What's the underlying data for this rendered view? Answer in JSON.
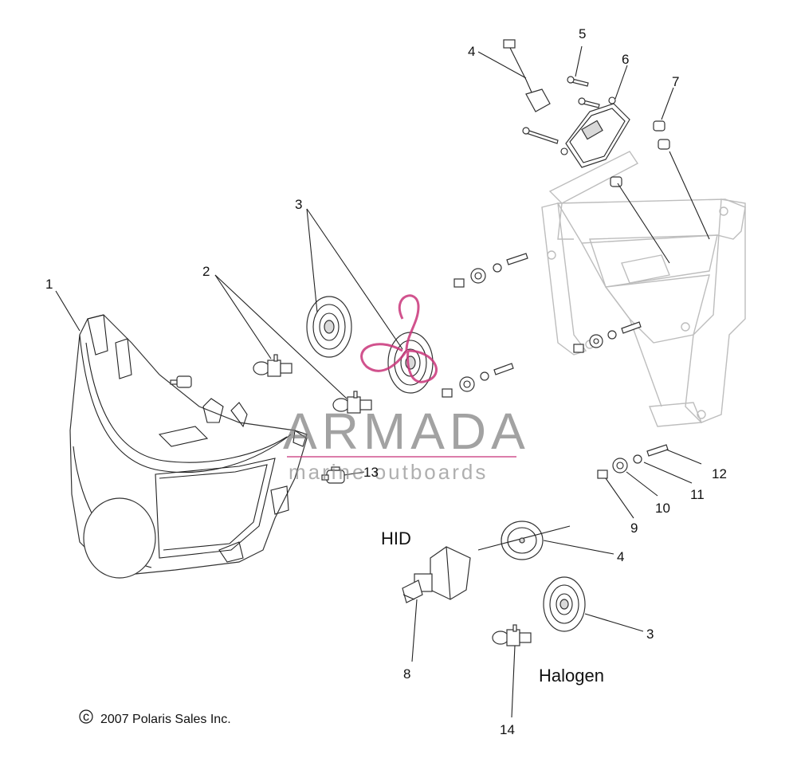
{
  "callouts": {
    "c1": "1",
    "c2": "2",
    "c3a": "3",
    "c3b": "3",
    "c4a": "4",
    "c4b": "4",
    "c5": "5",
    "c6": "6",
    "c7": "7",
    "c8": "8",
    "c9": "9",
    "c10": "10",
    "c11": "11",
    "c12": "12",
    "c13": "13",
    "c14": "14"
  },
  "labels": {
    "hid": "HID",
    "halogen": "Halogen"
  },
  "copyright": {
    "symbol": "c",
    "text": "2007 Polaris Sales Inc."
  },
  "watermark": {
    "brand": "ARMADA",
    "tagline": "marine outboards",
    "color": "#c9357a"
  },
  "colors": {
    "line": "#222222",
    "ghost": "#bdbdbd"
  }
}
